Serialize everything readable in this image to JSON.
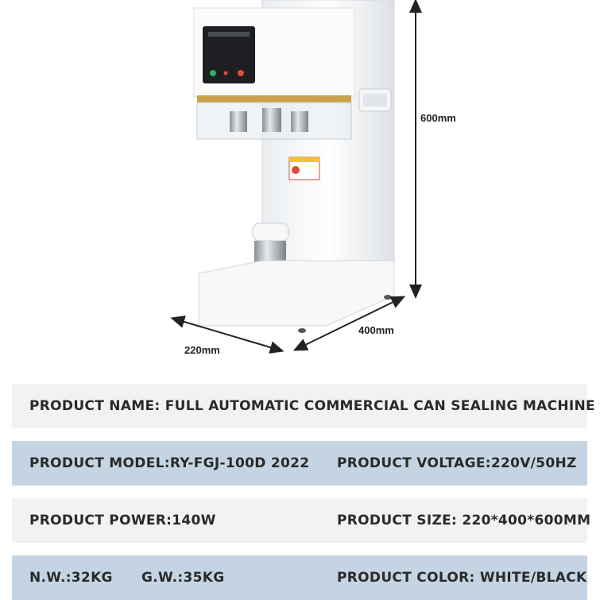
{
  "dimensions": {
    "height": "600mm",
    "depth": "400mm",
    "width": "220mm"
  },
  "specs": {
    "name": "PRODUCT NAME: FULL AUTOMATIC COMMERCIAL CAN SEALING MACHINE",
    "model": "PRODUCT MODEL:RY-FGJ-100D 2022",
    "voltage": "PRODUCT VOLTAGE:220V/50HZ",
    "power": "PRODUCT POWER:140W",
    "size": "PRODUCT SIZE: 220*400*600MM",
    "net_weight": "N.W.:32KG",
    "gross_weight": "G.W.:35KG",
    "color": "PRODUCT COLOR: WHITE/BLACK"
  },
  "colors": {
    "row_light": "#f2f2f2",
    "row_blue": "#c4d4e2",
    "text": "#2a2a2a"
  }
}
